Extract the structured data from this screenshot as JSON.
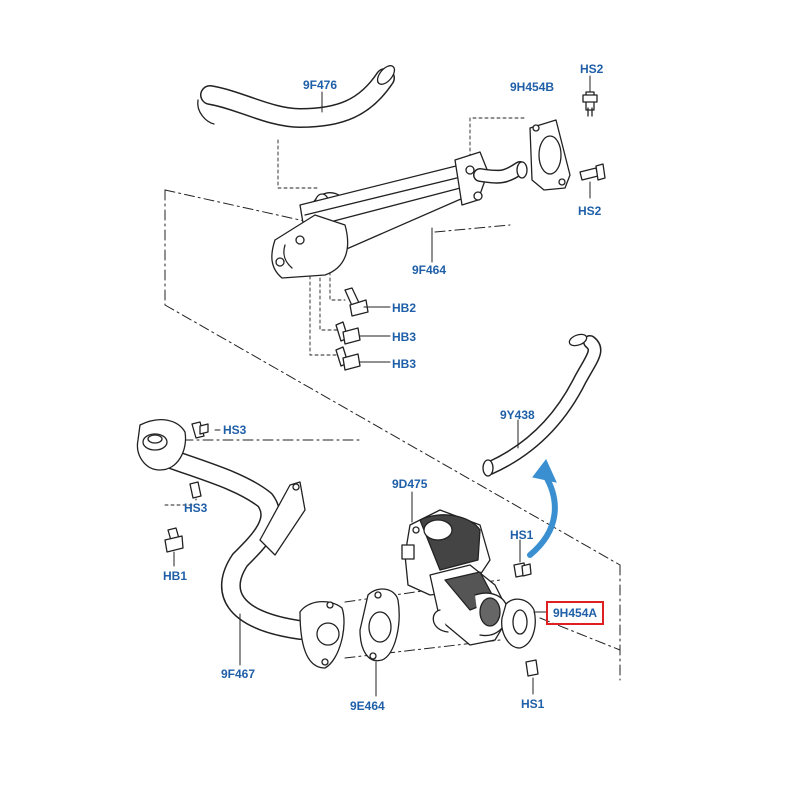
{
  "diagram": {
    "labels": {
      "p9F476": "9F476",
      "p9H454B": "9H454B",
      "hs2_top": "HS2",
      "hs2_bottom": "HS2",
      "p9F464": "9F464",
      "hb2": "HB2",
      "hb3_a": "HB3",
      "hb3_b": "HB3",
      "p9Y438": "9Y438",
      "hs3_a": "HS3",
      "hs3_b": "HS3",
      "hb1": "HB1",
      "p9D475": "9D475",
      "hs1_a": "HS1",
      "hs1_b": "HS1",
      "p9H454A": "9H454A",
      "p9F467": "9F467",
      "p9E464": "9E464"
    },
    "highlighted_part": "9H454A",
    "colors": {
      "label": "#1f5fa8",
      "linework": "#222222",
      "highlight_box": "#e02020",
      "flow_arrow": "#3a8fd0"
    }
  }
}
